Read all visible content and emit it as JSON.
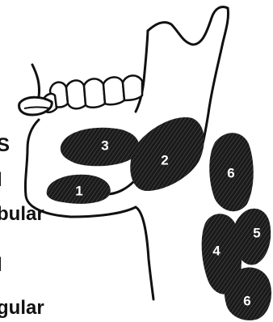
{
  "side_labels": [
    "S",
    "l",
    "bular",
    "l",
    "gular"
  ],
  "node_numbers": {
    "n1": "1",
    "n2": "2",
    "n3": "3",
    "n4": "4",
    "n5": "5",
    "n6a": "6",
    "n6b": "6"
  },
  "colors": {
    "ink": "#111111",
    "node": "#1a1a1a",
    "background": "#ffffff"
  }
}
